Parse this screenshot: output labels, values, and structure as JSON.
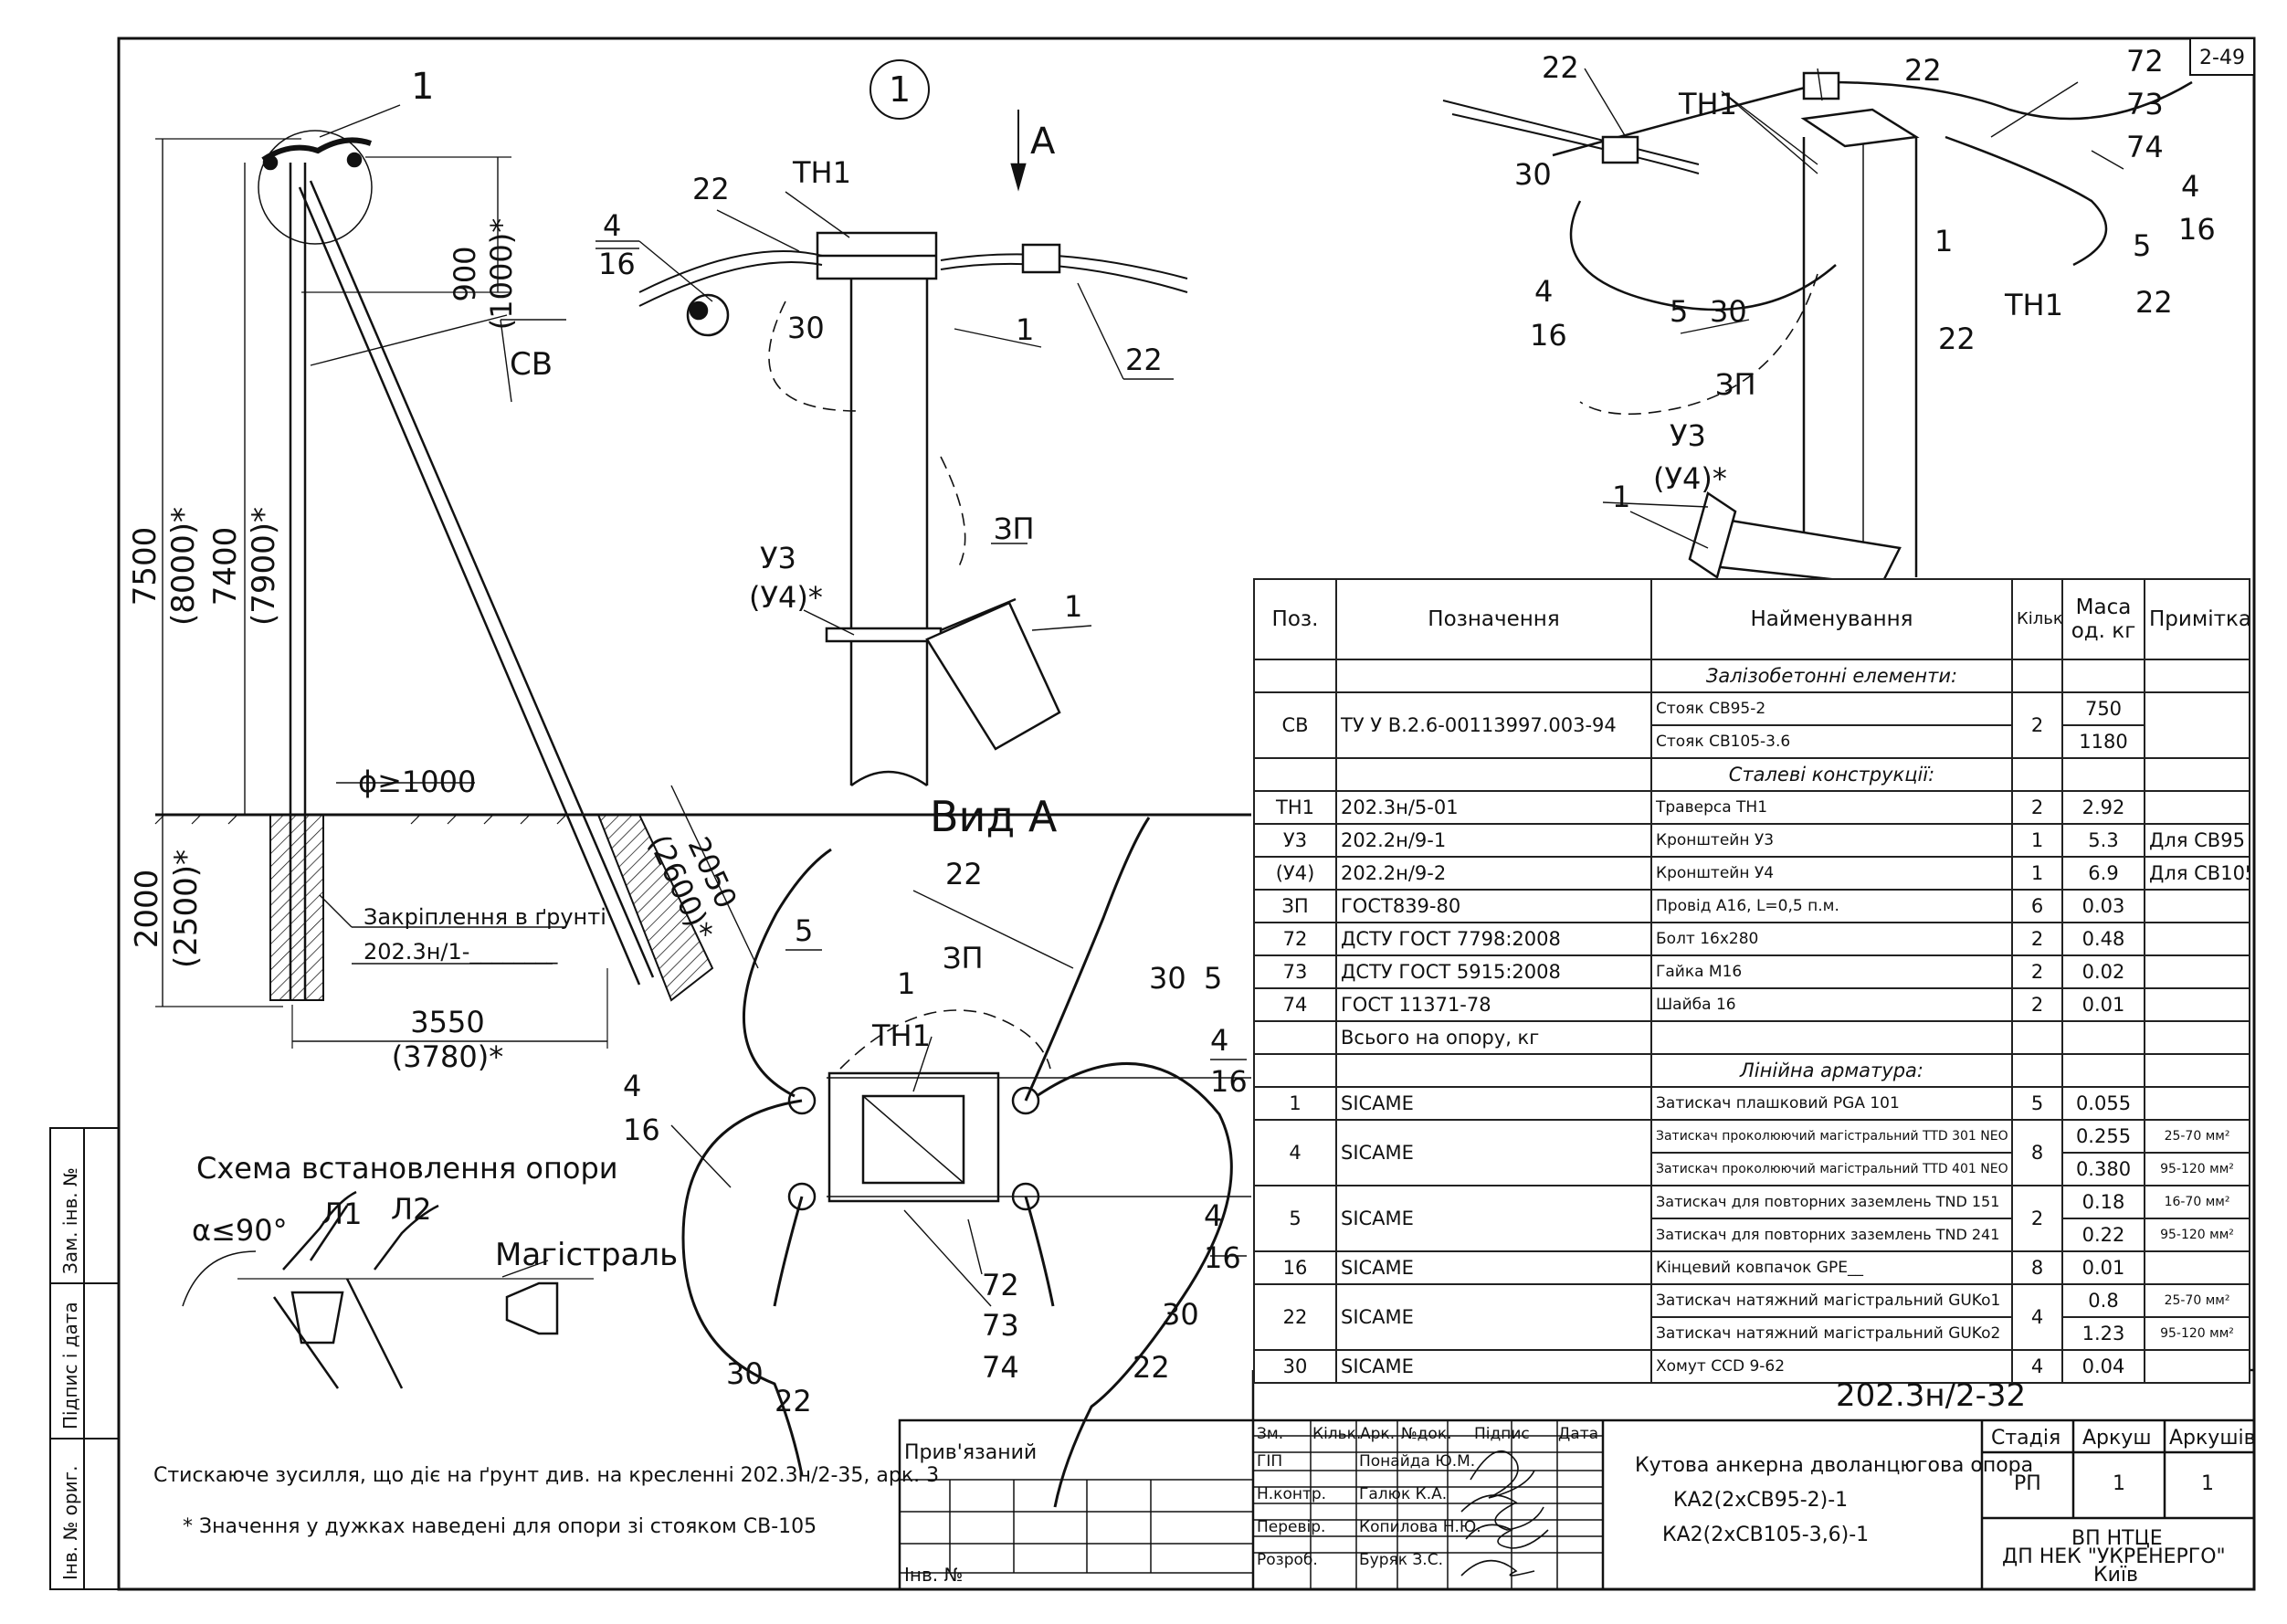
{
  "sheet_tag": "2-49",
  "main_view": {
    "callout_1": "1",
    "dim_height_1": "7500",
    "dim_height_1_alt": "(8000)*",
    "dim_height_2": "7400",
    "dim_height_2_alt": "(7900)*",
    "dim_top": "900",
    "dim_top_alt": "(1000)*",
    "label_sv": "СВ",
    "dim_diameter": "ϕ≥1000",
    "dim_ground": "2000",
    "dim_ground_alt": "(2500)*",
    "dim_strut": "2050",
    "dim_strut_alt": "(2600)*",
    "dim_base": "3550",
    "dim_base_alt": "(3780)*",
    "anchoring_label": "Закріплення в ґрунті",
    "anchoring_ref": "202.3н/1-________"
  },
  "detail_view": {
    "circle_label": "1",
    "arrow_label": "A",
    "labels": [
      "22",
      "ТН1",
      "4",
      "16",
      "30",
      "1",
      "22",
      "ЗП",
      "У3",
      "(У4)*",
      "1"
    ]
  },
  "view_a": {
    "title": "Вид А",
    "labels": [
      "22",
      "5",
      "ЗП",
      "1",
      "ТН1",
      "30",
      "5",
      "4",
      "16",
      "4",
      "16",
      "4",
      "16",
      "72",
      "73",
      "74",
      "30",
      "30",
      "22",
      "22"
    ]
  },
  "iso_view": {
    "labels": [
      "22",
      "22",
      "ТН1",
      "72",
      "73",
      "74",
      "30",
      "4",
      "16",
      "5",
      "1",
      "5",
      "30",
      "4",
      "16",
      "ТН1",
      "22",
      "22",
      "ЗП",
      "У3",
      "(У4)*",
      "1"
    ]
  },
  "scheme": {
    "title": "Схема встановлення опори",
    "angle": "α≤90°",
    "l1": "Л1",
    "l2": "Л2",
    "main_line": "Магістраль"
  },
  "notes": {
    "note_1": "Стискаюче зусилля, що діє на ґрунт див. на кресленні 202.3н/2-35, арк. 3",
    "note_2": "* Значення у дужках наведені для опори зі стояком СВ-105"
  },
  "side_stamp": {
    "row1": "Зам. інв. №",
    "row2": "Підпис і дата",
    "row3": "Інв. № ориг."
  },
  "spec": {
    "headers": [
      "Поз.",
      "Позначення",
      "Найменування",
      "Кільк.",
      "Маса од. кг",
      "Примітка"
    ],
    "section_1": "Залізобетонні елементи:",
    "section_2": "Сталеві конструкції:",
    "section_3": "Лінійна арматура:",
    "rows_concrete": [
      {
        "pos": "СВ",
        "code": "ТУ У В.2.6-00113997.003-94",
        "name_1": "Стояк СВ95-2",
        "name_2": "Стояк СВ105-3.6",
        "qty": "2",
        "mass_1": "750",
        "mass_2": "1180"
      }
    ],
    "rows_steel": [
      {
        "pos": "ТН1",
        "code": "202.3н/5-01",
        "name": "Траверса ТН1",
        "qty": "2",
        "mass": "2.92",
        "note": ""
      },
      {
        "pos": "У3",
        "code": "202.2н/9-1",
        "name": "Кронштейн У3",
        "qty": "1",
        "mass": "5.3",
        "note": "Для СВ95"
      },
      {
        "pos": "(У4)",
        "code": "202.2н/9-2",
        "name": "Кронштейн У4",
        "qty": "1",
        "mass": "6.9",
        "note": "Для СВ105"
      },
      {
        "pos": "ЗП",
        "code": "ГОСТ839-80",
        "name": "Провід А16, L=0,5 п.м.",
        "qty": "6",
        "mass": "0.03",
        "note": ""
      },
      {
        "pos": "72",
        "code": "ДСТУ ГОСТ 7798:2008",
        "name": "Болт 16х280",
        "qty": "2",
        "mass": "0.48",
        "note": ""
      },
      {
        "pos": "73",
        "code": "ДСТУ ГОСТ 5915:2008",
        "name": "Гайка М16",
        "qty": "2",
        "mass": "0.02",
        "note": ""
      },
      {
        "pos": "74",
        "code": "ГОСТ 11371-78",
        "name": "Шайба 16",
        "qty": "2",
        "mass": "0.01",
        "note": ""
      }
    ],
    "total_label": "Всього на опору, кг",
    "rows_linear": {
      "r1": {
        "pos": "1",
        "code": "SICAME",
        "name": "Затискач плашковий PGA 101",
        "qty": "5",
        "mass": "0.055"
      },
      "r4": {
        "pos": "4",
        "code": "SICAME",
        "name_1": "Затискач проколюючий магістральний TTD 301 NEO",
        "name_2": "Затискач проколюючий магістральний TTD 401 NEO",
        "qty": "8",
        "mass_1": "0.255",
        "mass_2": "0.380",
        "note_1": "25-70 мм²",
        "note_2": "95-120 мм²"
      },
      "r5": {
        "pos": "5",
        "code": "SICAME",
        "name_1": "Затискач для повторних заземлень TND 151",
        "name_2": "Затискач для повторних заземлень TND 241",
        "qty": "2",
        "mass_1": "0.18",
        "mass_2": "0.22",
        "note_1": "16-70 мм²",
        "note_2": "95-120 мм²"
      },
      "r16": {
        "pos": "16",
        "code": "SICAME",
        "name": "Кінцевий ковпачок GPE__",
        "qty": "8",
        "mass": "0.01"
      },
      "r22": {
        "pos": "22",
        "code": "SICAME",
        "name_1": "Затискач натяжний магістральний GUKo1",
        "name_2": "Затискач натяжний магістральний GUKo2",
        "qty": "4",
        "mass_1": "0.8",
        "mass_2": "1.23",
        "note_1": "25-70 мм²",
        "note_2": "95-120 мм²"
      },
      "r30": {
        "pos": "30",
        "code": "SICAME",
        "name": "Хомут CCD 9-62",
        "qty": "4",
        "mass": "0.04"
      }
    }
  },
  "title_block": {
    "doc_number": "202.3н/2-32",
    "privyazaniy": "Прив'язаний",
    "inv_no": "Інв. №",
    "rev_headers": [
      "Зм.",
      "Кільк.",
      "Арк.",
      "№док.",
      "Підпис",
      "Дата"
    ],
    "staff": [
      {
        "role": "ГІП",
        "name": "Понайда Ю.М."
      },
      {
        "role": "Н.контр.",
        "name": "Галюк К.А."
      },
      {
        "role": "Перевір.",
        "name": "Копилова Н.Ю."
      },
      {
        "role": "Розроб.",
        "name": "Буряк З.С."
      }
    ],
    "name_line_1": "Кутова анкерна дволанцюгова опора",
    "name_line_2": "КА2(2хСВ95-2)-1",
    "name_line_3": "КА2(2хСВ105-3,6)-1",
    "stage_header": "Стадія",
    "sheet_header": "Аркуш",
    "sheets_header": "Аркушів",
    "stage": "РП",
    "sheet": "1",
    "sheets": "1",
    "org_1": "ВП НТЦЕ",
    "org_2": "ДП НЕК \"УКРЕНЕРГО\"",
    "org_3": "Київ"
  }
}
